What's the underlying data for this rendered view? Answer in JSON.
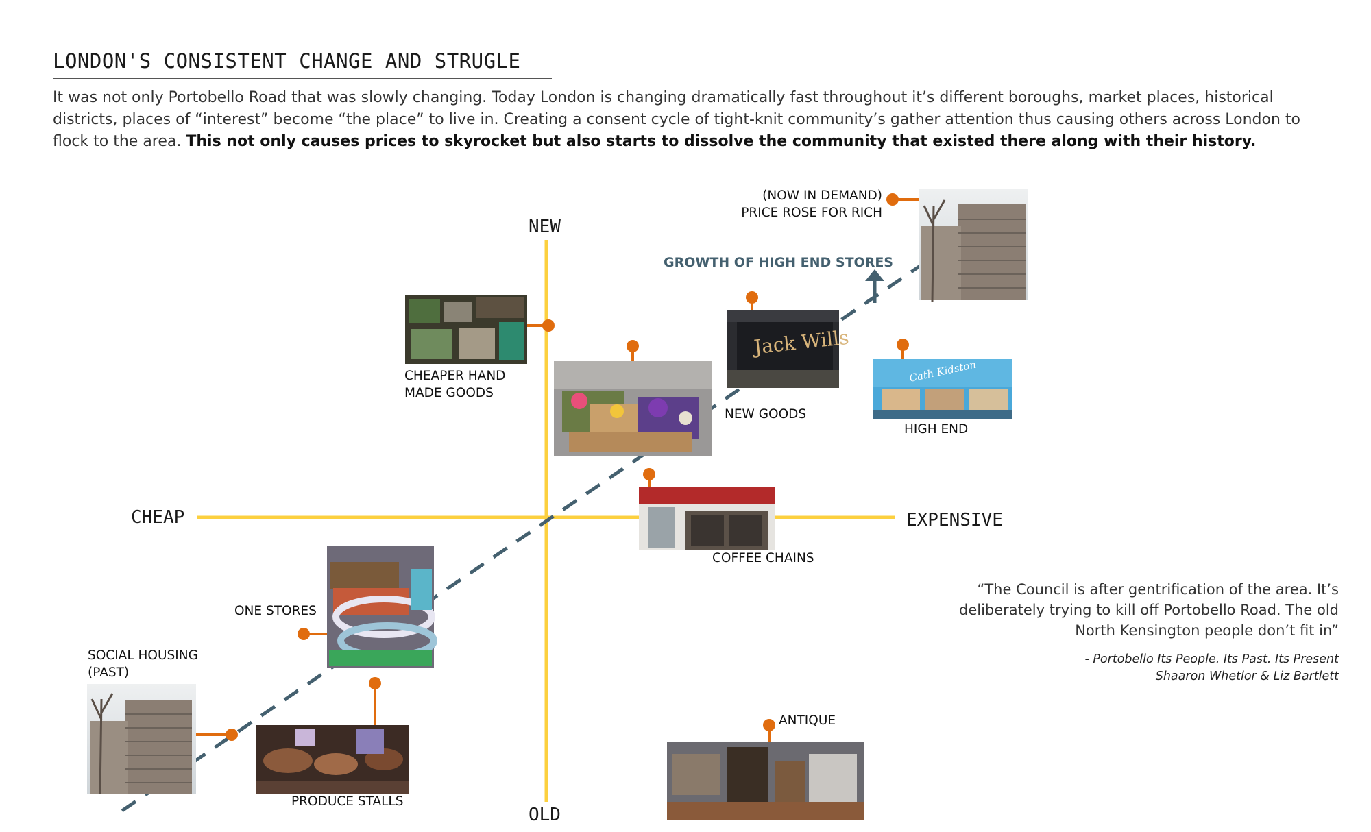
{
  "title": "LONDON'S CONSISTENT CHANGE AND STRUGLE",
  "intro": {
    "text": "It was not only Portobello Road that was slowly changing. Today London is changing dramatically fast throughout it’s different boroughs, market places, historical districts, places of “interest” become “the place” to live in. Creating a consent cycle of tight-knit community’s gather attention thus causing others across London to flock to the area.",
    "bold": "This not only causes prices to skyrocket but also starts to dissolve the community that existed there along with their history."
  },
  "axes": {
    "new": "NEW",
    "old": "OLD",
    "cheap": "CHEAP",
    "expensive": "EXPENSIVE"
  },
  "trend_label": "GROWTH OF HIGH END STORES",
  "items": {
    "now_in_demand": [
      "(NOW IN DEMAND)",
      "PRICE ROSE FOR RICH"
    ],
    "cheaper_hand": [
      "CHEAPER HAND",
      "MADE GOODS"
    ],
    "new_goods": "NEW GOODS",
    "jack_wills_sign": "Jack Wills",
    "cath_kidston_sign": "Cath Kidston",
    "high_end": "HIGH END",
    "coffee_chains": "COFFEE CHAINS",
    "one_stores": "ONE STORES",
    "social_housing": [
      "SOCIAL HOUSING",
      "(PAST)"
    ],
    "produce_stalls": "PRODUCE STALLS",
    "antique": "ANTIQUE"
  },
  "quote": {
    "lines": [
      "“The Council is after gentrification of the area. It’s",
      "deliberately trying to kill off Portobello Road. The old",
      "North Kensington people don’t fit in”"
    ],
    "cite": [
      "- Portobello Its People. Its Past. Its Present",
      "Shaaron Whetlor & Liz Bartlett"
    ]
  },
  "colors": {
    "axis": "#fcd03f",
    "marker": "#e06c0e",
    "trend": "#44606f",
    "text": "#231f20"
  }
}
